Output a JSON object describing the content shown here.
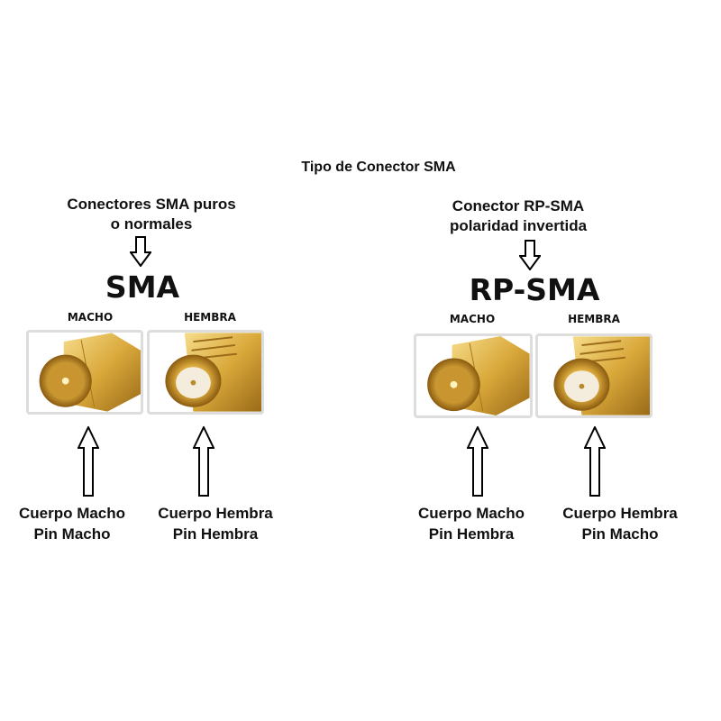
{
  "title": "Tipo de Conector SMA",
  "sma": {
    "header_line1": "Conectores SMA puros",
    "header_line2": "o normales",
    "name": "SMA",
    "male_label": "MACHO",
    "female_label": "HEMBRA",
    "male_desc_line1": "Cuerpo Macho",
    "male_desc_line2": "Pin Macho",
    "female_desc_line1": "Cuerpo Hembra",
    "female_desc_line2": "Pin Hembra"
  },
  "rpsma": {
    "header_line1": "Conector RP-SMA",
    "header_line2": "polaridad invertida",
    "name": "RP-SMA",
    "male_label": "MACHO",
    "female_label": "HEMBRA",
    "male_desc_line1": "Cuerpo Macho",
    "male_desc_line2": "Pin Hembra",
    "female_desc_line1": "Cuerpo Hembra",
    "female_desc_line2": "Pin Macho"
  },
  "colors": {
    "gold": "#d9a83a",
    "gold_light": "#f6dc8a",
    "gold_dark": "#9a6a18"
  }
}
